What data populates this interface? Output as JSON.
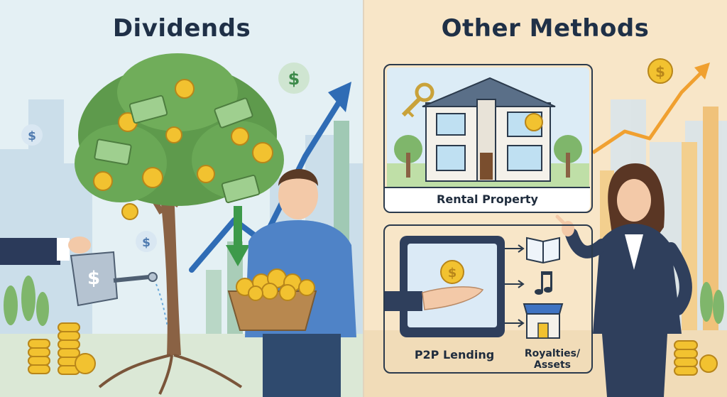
{
  "left_panel": {
    "title": "Dividends",
    "colors": {
      "background": "#e4f0f4",
      "tree_foliage": "#5e9a4c",
      "trunk": "#8a6244",
      "coin": "#f2c230",
      "arrow_blue": "#2f6cb5",
      "arrow_green": "#3d9a4a"
    },
    "icons": [
      "money-tree-icon",
      "watering-can-icon",
      "coin-basket-icon",
      "coin-stack-icon",
      "trend-arrow-icon",
      "dollar-bubble-icon"
    ]
  },
  "right_panel": {
    "title": "Other Methods",
    "colors": {
      "background": "#f8e6c8",
      "accent": "#f0a030"
    },
    "cards": {
      "rental": {
        "label": "Rental Property"
      },
      "p2p": {
        "label": "P2P Lending"
      },
      "royalties": {
        "line1": "Royalties/",
        "line2": "Assets"
      }
    },
    "icons": [
      "house-icon",
      "key-icon",
      "tablet-icon",
      "open-book-icon",
      "music-note-icon",
      "shop-icon",
      "coin-stack-icon"
    ]
  }
}
